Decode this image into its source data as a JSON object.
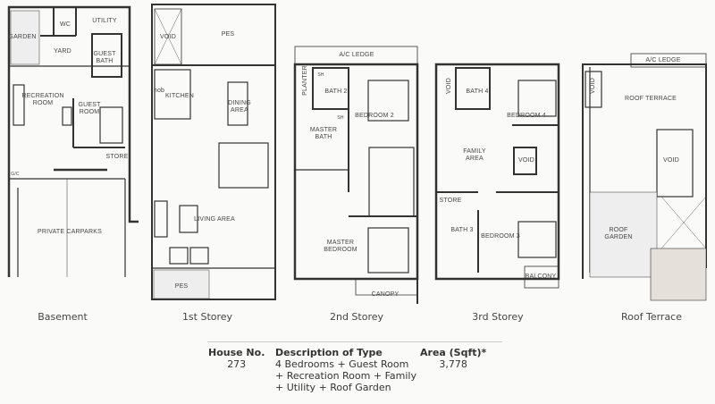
{
  "plans": [
    {
      "caption": "Basement",
      "rooms": [
        "GARDEN",
        "WC",
        "UTILITY",
        "YARD",
        "GUEST\nBATH",
        "RECREATION\nROOM",
        "GUEST\nROOM",
        "STORE",
        "G/C",
        "PRIVATE CARPARKS"
      ]
    },
    {
      "caption": "1st Storey",
      "rooms": [
        "VOID",
        "PES",
        "hob",
        "KITCHEN",
        "DINING\nAREA",
        "LIVING AREA",
        "PES"
      ]
    },
    {
      "caption": "2nd Storey",
      "rooms": [
        "A/C LEDGE",
        "PLANTER",
        "BATH 2",
        "BEDROOM 2",
        "MASTER\nBATH",
        "MASTER\nBEDROOM",
        "CANOPY",
        "SH",
        "SH"
      ]
    },
    {
      "caption": "3rd Storey",
      "rooms": [
        "VOID",
        "BATH 4",
        "BEDROOM 4",
        "FAMILY\nAREA",
        "VOID",
        "STORE",
        "BATH 3",
        "BEDROOM 3",
        "BALCONY"
      ]
    },
    {
      "caption": "Roof Terrace",
      "rooms": [
        "A/C LEDGE",
        "VOID",
        "ROOF TERRACE",
        "VOID",
        "ROOF\nGARDEN"
      ]
    }
  ],
  "table": {
    "headers": [
      "House No.",
      "Description of Type",
      "Area (Sqft)*"
    ],
    "house_no": "273",
    "description": [
      "4 Bedrooms + Guest Room",
      "+ Recreation Room + Family",
      "+ Utility + Roof Garden"
    ],
    "area": "3,778"
  }
}
